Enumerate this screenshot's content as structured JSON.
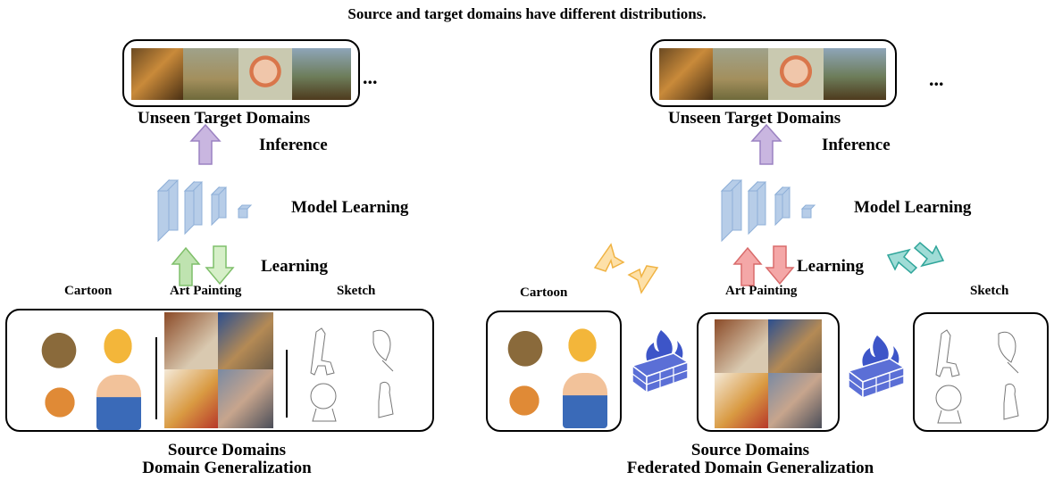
{
  "header": {
    "title": "Source and target domains have different distributions."
  },
  "left": {
    "target_label": "Unseen Target Domains",
    "ellipsis": "...",
    "inference_label": "Inference",
    "model_label": "Model Learning",
    "learning_label": "Learning",
    "domain_labels": [
      "Cartoon",
      "Art Painting",
      "Sketch"
    ],
    "caption_line1": "Source Domains",
    "caption_line2": "Domain Generalization"
  },
  "right": {
    "target_label": "Unseen Target Domains",
    "ellipsis": "...",
    "inference_label": "Inference",
    "model_label": "Model Learning",
    "learning_label": "Learning",
    "domain_labels": [
      "Cartoon",
      "Art Painting",
      "Sketch"
    ],
    "caption_line1": "Source Domains",
    "caption_line2": "Federated Domain Generalization"
  },
  "colors": {
    "inference_arrow": "#c9b6e0",
    "learning_up_arrow": "#bfe3b0",
    "learning_down_arrow": "#d6efc8",
    "fed_up_arrow": "#f4a7a7",
    "fed_cartoon_arrow": "#fde0a8",
    "fed_sketch_arrow": "#9fdcd6",
    "layer_blocks": "#b7cde8",
    "firewall_brick": "#5b6fd6",
    "firewall_flame": "#3d55c8"
  },
  "icons": {
    "model": "neural-network-layers-icon",
    "firewall": "firewall-icon"
  }
}
